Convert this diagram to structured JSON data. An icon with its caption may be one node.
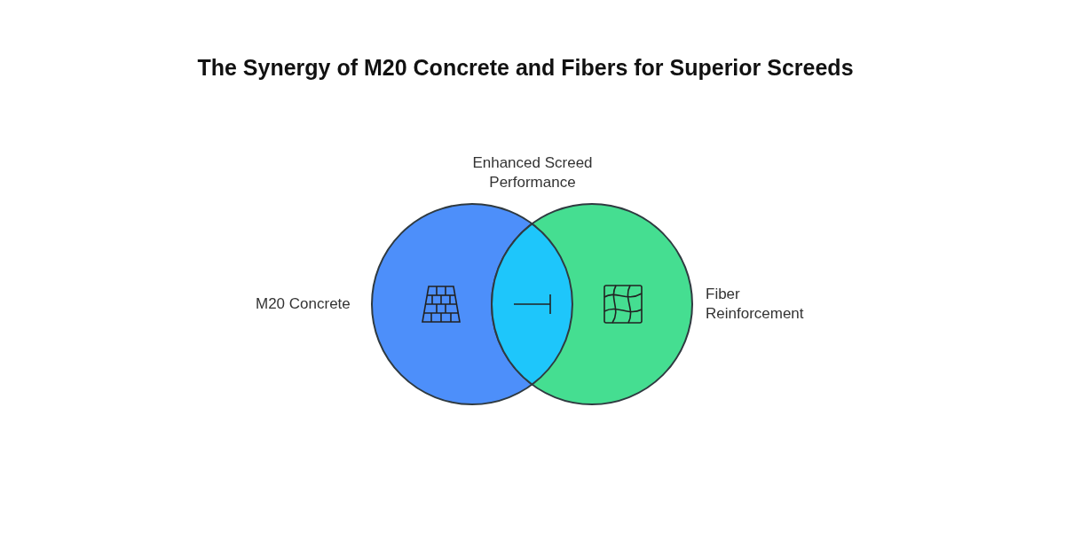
{
  "diagram": {
    "title": "The Synergy of M20 Concrete and Fibers for Superior Screeds",
    "nodes": [
      {
        "text": [
          "M20 Concrete"
        ]
      },
      {
        "text": [
          "Fiber Reinforcement"
        ]
      },
      {
        "text": [
          "Enhanced Screed Performance"
        ]
      }
    ]
  }
}
